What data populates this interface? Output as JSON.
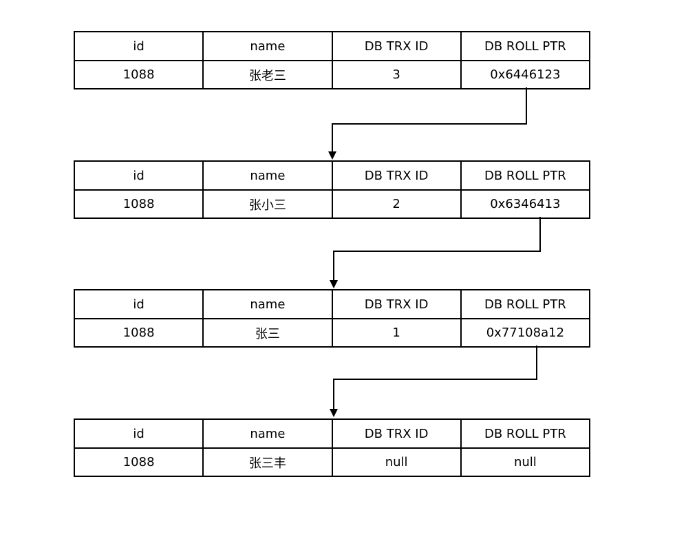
{
  "columns": [
    "id",
    "name",
    "DB TRX ID",
    "DB ROLL PTR"
  ],
  "records": [
    {
      "id": "1088",
      "name": "张老三",
      "db_trx_id": "3",
      "db_roll_ptr": "0x6446123"
    },
    {
      "id": "1088",
      "name": "张小三",
      "db_trx_id": "2",
      "db_roll_ptr": "0x6346413"
    },
    {
      "id": "1088",
      "name": "张三",
      "db_trx_id": "1",
      "db_roll_ptr": "0x77108a12"
    },
    {
      "id": "1088",
      "name": "张三丰",
      "db_trx_id": "null",
      "db_roll_ptr": "null"
    }
  ]
}
